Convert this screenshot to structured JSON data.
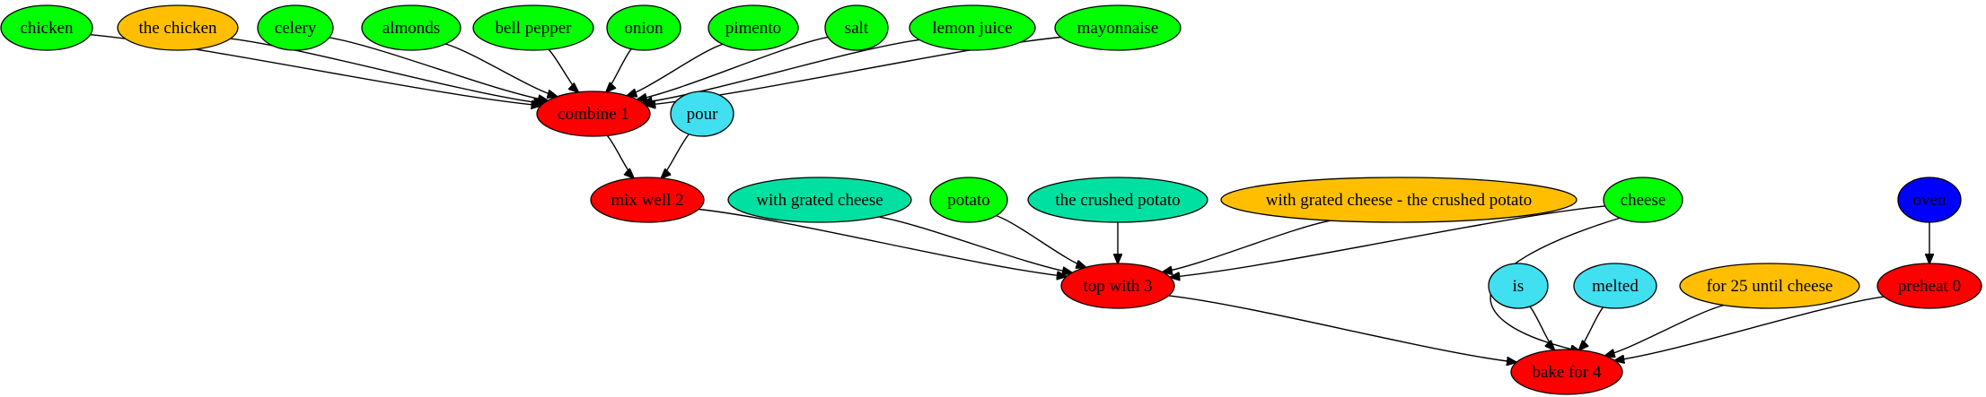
{
  "colors": {
    "green": "#00ff00",
    "orange": "#ffbf00",
    "red": "#ff0000",
    "cyan": "#40e0f0",
    "teal": "#00e0a0",
    "blue": "#0000ff"
  },
  "nodes": [
    {
      "id": "chicken",
      "label": "chicken",
      "color": "green"
    },
    {
      "id": "the-chicken",
      "label": "the chicken",
      "color": "orange"
    },
    {
      "id": "celery",
      "label": "celery",
      "color": "green"
    },
    {
      "id": "almonds",
      "label": "almonds",
      "color": "green"
    },
    {
      "id": "bell-pepper",
      "label": "bell pepper",
      "color": "green"
    },
    {
      "id": "onion",
      "label": "onion",
      "color": "green"
    },
    {
      "id": "pimento",
      "label": "pimento",
      "color": "green"
    },
    {
      "id": "salt",
      "label": "salt",
      "color": "green"
    },
    {
      "id": "lemon-juice",
      "label": "lemon juice",
      "color": "green"
    },
    {
      "id": "mayonnaise",
      "label": "mayonnaise",
      "color": "green"
    },
    {
      "id": "combine-1",
      "label": "combine 1",
      "color": "red"
    },
    {
      "id": "pour",
      "label": "pour",
      "color": "cyan"
    },
    {
      "id": "mix-well-2",
      "label": "mix well 2",
      "color": "red"
    },
    {
      "id": "with-grated-cheese",
      "label": "with grated cheese",
      "color": "teal"
    },
    {
      "id": "potato",
      "label": "potato",
      "color": "green"
    },
    {
      "id": "the-crushed-potato",
      "label": "the crushed potato",
      "color": "teal"
    },
    {
      "id": "with-grated-cheese-crushed",
      "label": "with grated cheese - the crushed potato",
      "color": "orange"
    },
    {
      "id": "cheese",
      "label": "cheese",
      "color": "green"
    },
    {
      "id": "oven",
      "label": "oven",
      "color": "blue"
    },
    {
      "id": "top-with-3",
      "label": "top with 3",
      "color": "red"
    },
    {
      "id": "is",
      "label": "is",
      "color": "cyan"
    },
    {
      "id": "melted",
      "label": "melted",
      "color": "cyan"
    },
    {
      "id": "for-25",
      "label": "for 25 until cheese",
      "color": "orange"
    },
    {
      "id": "preheat-0",
      "label": "preheat 0",
      "color": "red"
    },
    {
      "id": "bake-for-4",
      "label": "bake for 4",
      "color": "red"
    }
  ],
  "edges": [
    {
      "from": "chicken",
      "to": "combine-1"
    },
    {
      "from": "the-chicken",
      "to": "combine-1"
    },
    {
      "from": "celery",
      "to": "combine-1"
    },
    {
      "from": "almonds",
      "to": "combine-1"
    },
    {
      "from": "bell-pepper",
      "to": "combine-1"
    },
    {
      "from": "onion",
      "to": "combine-1"
    },
    {
      "from": "pimento",
      "to": "combine-1"
    },
    {
      "from": "salt",
      "to": "combine-1"
    },
    {
      "from": "lemon-juice",
      "to": "combine-1"
    },
    {
      "from": "mayonnaise",
      "to": "combine-1"
    },
    {
      "from": "combine-1",
      "to": "mix-well-2"
    },
    {
      "from": "pour",
      "to": "mix-well-2"
    },
    {
      "from": "mix-well-2",
      "to": "top-with-3"
    },
    {
      "from": "with-grated-cheese",
      "to": "top-with-3"
    },
    {
      "from": "potato",
      "to": "top-with-3"
    },
    {
      "from": "the-crushed-potato",
      "to": "top-with-3"
    },
    {
      "from": "with-grated-cheese-crushed",
      "to": "top-with-3"
    },
    {
      "from": "cheese",
      "to": "top-with-3"
    },
    {
      "from": "cheese",
      "to": "bake-for-4"
    },
    {
      "from": "oven",
      "to": "preheat-0"
    },
    {
      "from": "top-with-3",
      "to": "bake-for-4"
    },
    {
      "from": "is",
      "to": "bake-for-4"
    },
    {
      "from": "melted",
      "to": "bake-for-4"
    },
    {
      "from": "for-25",
      "to": "bake-for-4"
    },
    {
      "from": "preheat-0",
      "to": "bake-for-4"
    }
  ]
}
